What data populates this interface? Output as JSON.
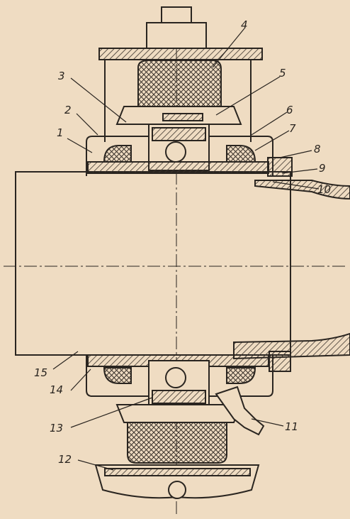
{
  "labels": [
    {
      "id": "1",
      "text": "1"
    },
    {
      "id": "2",
      "text": "2"
    },
    {
      "id": "3",
      "text": "3"
    },
    {
      "id": "4",
      "text": "4"
    },
    {
      "id": "5",
      "text": "5"
    },
    {
      "id": "6",
      "text": "6"
    },
    {
      "id": "7",
      "text": "7"
    },
    {
      "id": "8",
      "text": "8"
    },
    {
      "id": "9",
      "text": "9"
    },
    {
      "id": "10",
      "text": "10"
    },
    {
      "id": "11",
      "text": "11"
    },
    {
      "id": "12",
      "text": "12"
    },
    {
      "id": "13",
      "text": "13"
    },
    {
      "id": "14",
      "text": "14"
    },
    {
      "id": "15",
      "text": "15"
    }
  ],
  "colors": {
    "paper": "#efdcc2",
    "ink": "#2a2520",
    "hatch": "#4a4038"
  }
}
